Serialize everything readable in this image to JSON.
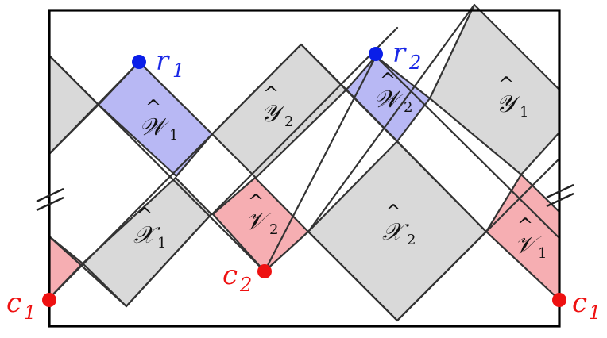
{
  "regions": {
    "W1": {
      "letter": "𝒲",
      "hat": "^",
      "sub": "1",
      "color": "#b8b8f4"
    },
    "W2": {
      "letter": "𝒲",
      "hat": "^",
      "sub": "2",
      "color": "#b8b8f4"
    },
    "Y1": {
      "letter": "𝒴",
      "hat": "^",
      "sub": "1",
      "color": "#d9d9d9"
    },
    "Y2": {
      "letter": "𝒴",
      "hat": "^",
      "sub": "2",
      "color": "#d9d9d9"
    },
    "X1": {
      "letter": "𝒳",
      "hat": "^",
      "sub": "1",
      "color": "#d9d9d9"
    },
    "X2": {
      "letter": "𝒳",
      "hat": "^",
      "sub": "2",
      "color": "#d9d9d9"
    },
    "V1": {
      "letter": "𝒱",
      "hat": "^",
      "sub": "1",
      "color": "#f6aeb2"
    },
    "V2": {
      "letter": "𝒱",
      "hat": "^",
      "sub": "2",
      "color": "#f6aeb2"
    }
  },
  "points": {
    "r1": {
      "letter": "r",
      "sub": "1",
      "color": "#1a28e6"
    },
    "r2": {
      "letter": "r",
      "sub": "2",
      "color": "#1a28e6"
    },
    "c1_left": {
      "letter": "c",
      "sub": "1",
      "color": "#ee1111"
    },
    "c1_right": {
      "letter": "c",
      "sub": "1",
      "color": "#ee1111"
    },
    "c2": {
      "letter": "c",
      "sub": "2",
      "color": "#ee1111"
    }
  }
}
